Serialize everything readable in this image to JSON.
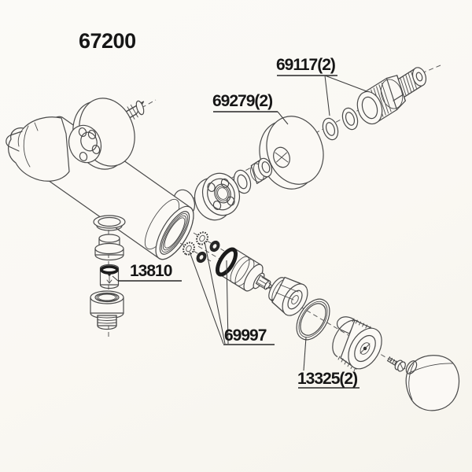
{
  "palette": {
    "background": "#faf8f4",
    "ink": "#161616",
    "line": "#4a4a4a"
  },
  "labels": {
    "model_number": "67200",
    "seal_washers": "69117(2)",
    "escutcheon": "69279(2)",
    "check_valve": "13810",
    "inlet_filter_set": "69997",
    "friction_ring": "13325(2)"
  }
}
